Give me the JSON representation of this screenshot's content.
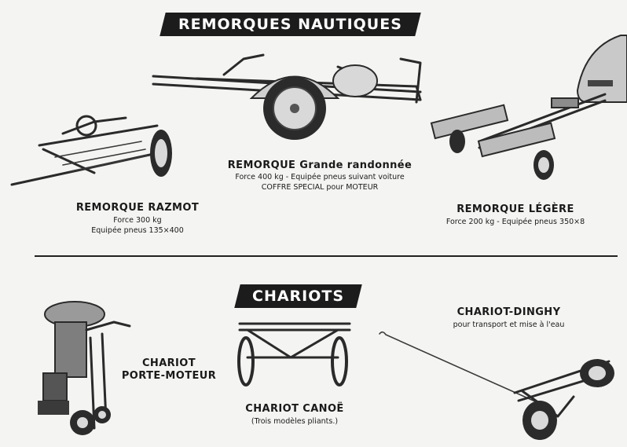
{
  "remorques": {
    "banner": "REMORQUES NAUTIQUES",
    "grande": {
      "title": "REMORQUE Grande randonnée",
      "line1": "Force 400 kg - Equipée pneus suivant voiture",
      "line2": "COFFRE SPECIAL pour MOTEUR"
    },
    "razmot": {
      "title": "REMORQUE RAZMOT",
      "line1": "Force 300 kg",
      "line2": "Equipée pneus 135×400"
    },
    "legere": {
      "title": "REMORQUE LÉGÈRE",
      "line1": "Force 200 kg - Equipée pneus 350×8"
    }
  },
  "chariots": {
    "banner": "CHARIOTS",
    "porte_moteur": {
      "line1": "CHARIOT",
      "line2": "PORTE-MOTEUR"
    },
    "canoe": {
      "title": "CHARIOT CANOË",
      "line1": "(Trois modèles pliants.)"
    },
    "dinghy": {
      "title": "CHARIOT-DINGHY",
      "line1": "pour transport et mise à l'eau"
    }
  }
}
